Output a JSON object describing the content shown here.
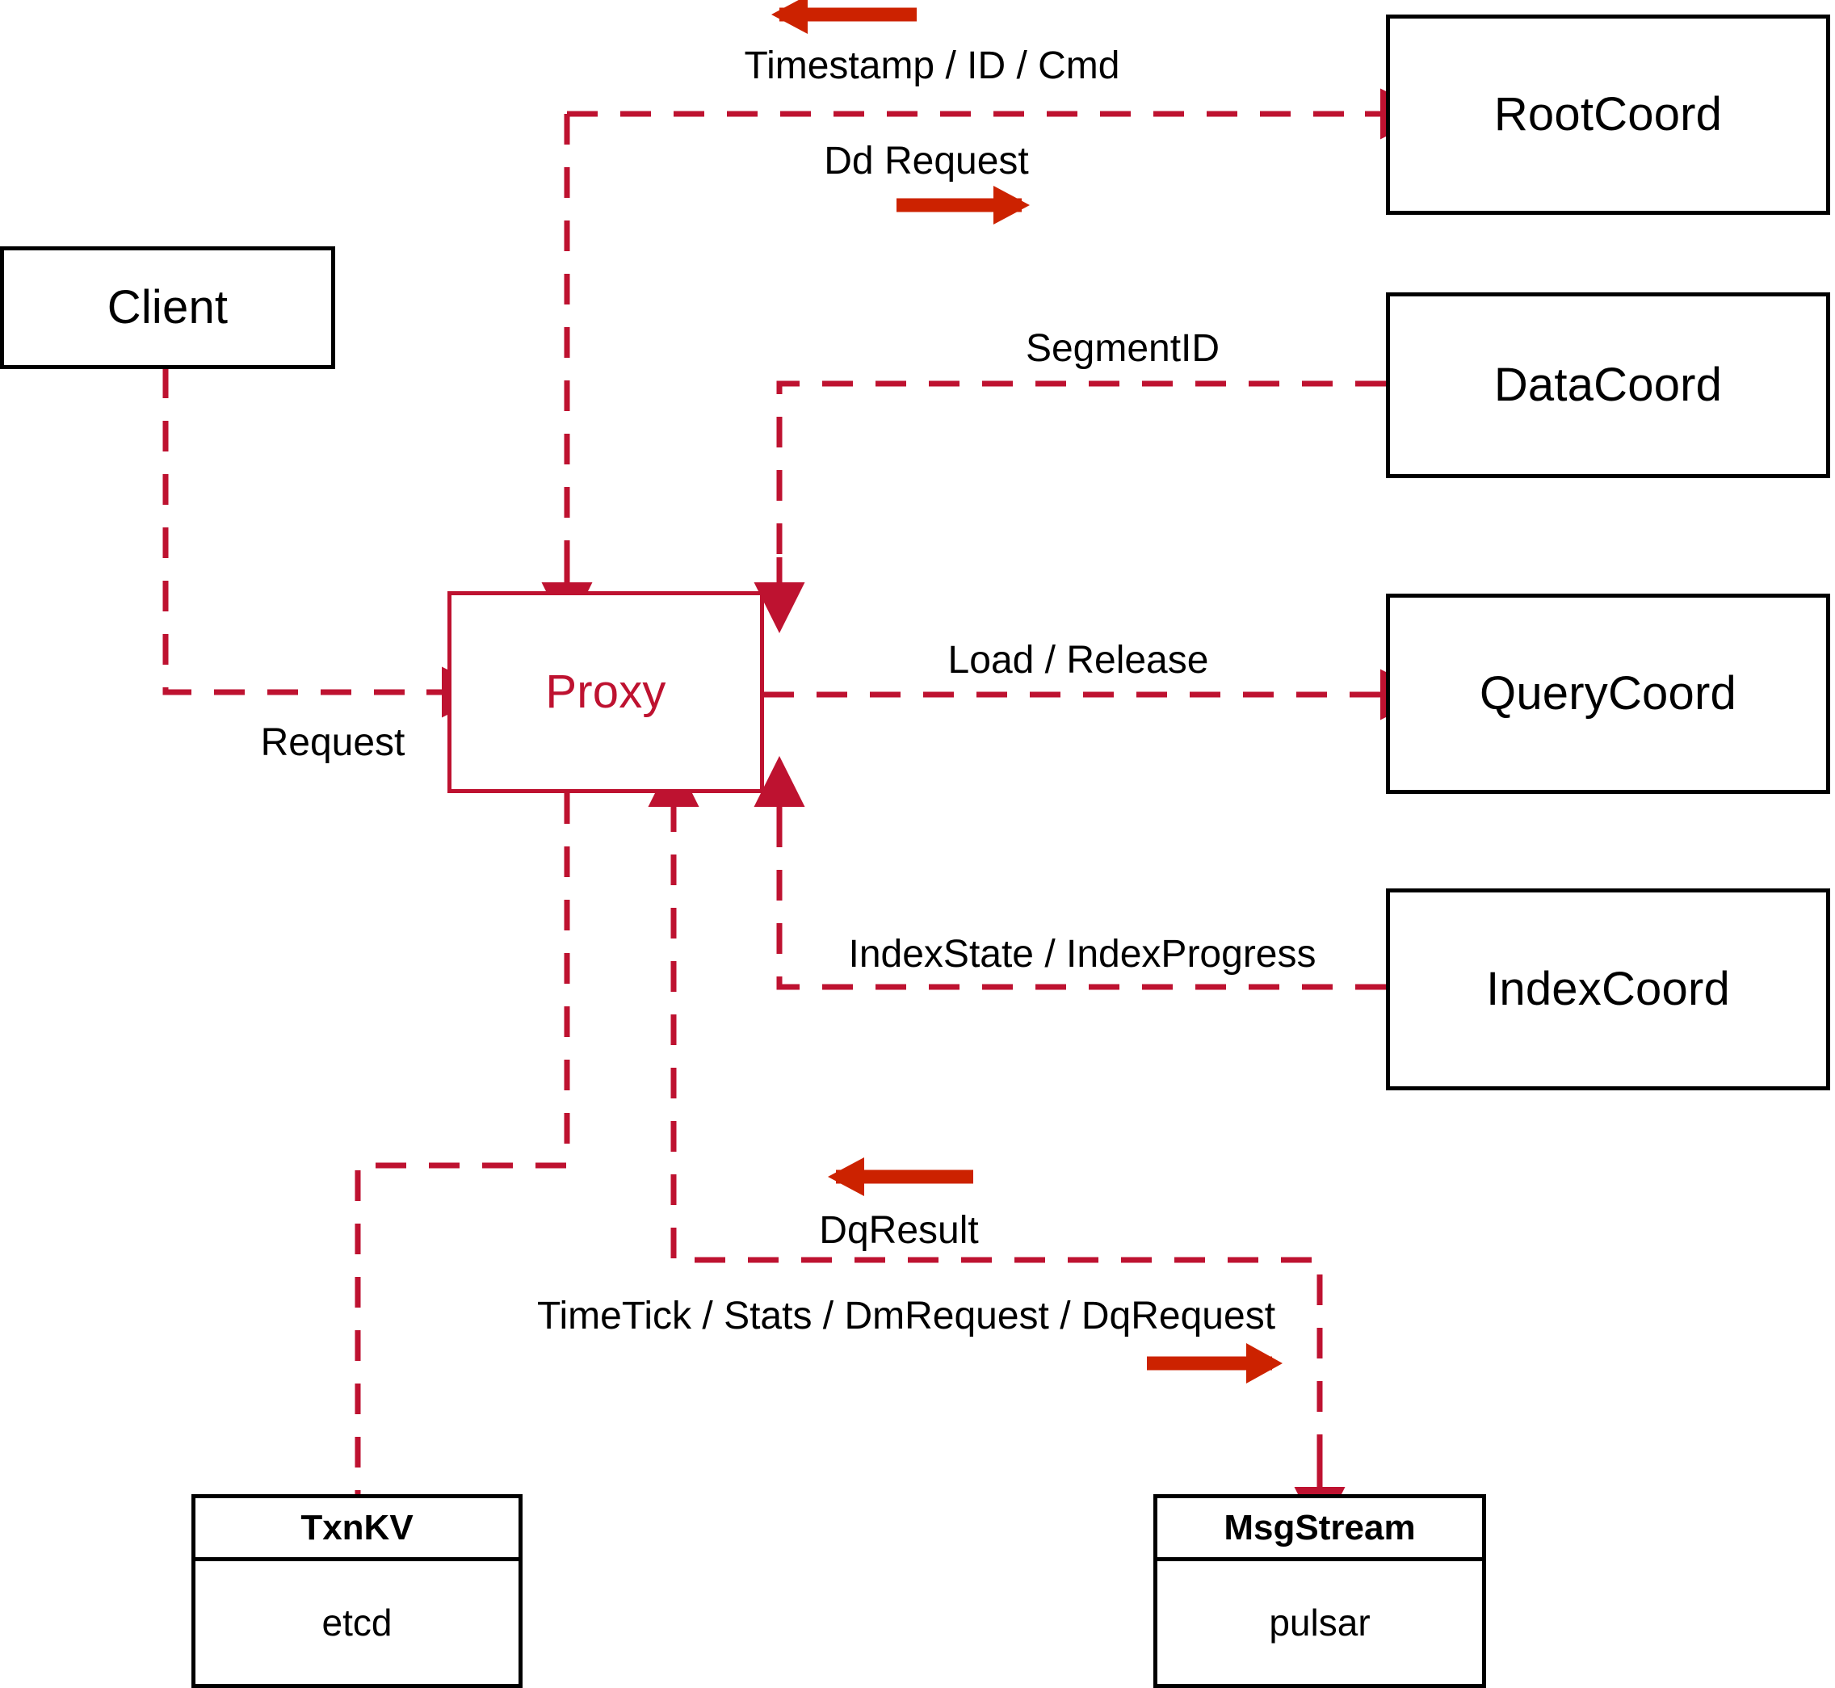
{
  "diagram": {
    "title": "Proxy component interaction diagram",
    "colors": {
      "node_stroke": "#000000",
      "accent_stroke": "#be1230",
      "dashed_edge": "#be1230",
      "bold_arrow": "#cc2200",
      "background": "#ffffff",
      "text": "#000000"
    },
    "nodes": [
      {
        "id": "client",
        "label": "Client",
        "style": "plain"
      },
      {
        "id": "proxy",
        "label": "Proxy",
        "style": "accent"
      },
      {
        "id": "rootcoord",
        "label": "RootCoord",
        "style": "plain"
      },
      {
        "id": "datacoord",
        "label": "DataCoord",
        "style": "plain"
      },
      {
        "id": "querycoord",
        "label": "QueryCoord",
        "style": "plain"
      },
      {
        "id": "indexcoord",
        "label": "IndexCoord",
        "style": "plain"
      }
    ],
    "stacked_nodes": [
      {
        "id": "txnkv",
        "header": "TxnKV",
        "body": "etcd"
      },
      {
        "id": "msgstream",
        "header": "MsgStream",
        "body": "pulsar"
      }
    ],
    "edge_labels": [
      {
        "id": "timestamp-id-cmd",
        "text": "Timestamp / ID / Cmd"
      },
      {
        "id": "dd-request",
        "text": "Dd Request"
      },
      {
        "id": "segment-id",
        "text": "SegmentID"
      },
      {
        "id": "load-release",
        "text": "Load / Release"
      },
      {
        "id": "index-state",
        "text": "IndexState / IndexProgress"
      },
      {
        "id": "request",
        "text": "Request"
      },
      {
        "id": "dq-result",
        "text": "DqResult"
      },
      {
        "id": "timetick-stats",
        "text": "TimeTick / Stats / DmRequest / DqRequest"
      }
    ],
    "edges": [
      {
        "id": "client-to-proxy",
        "from": "client",
        "to": "proxy",
        "label": "Request",
        "direction": "to-proxy"
      },
      {
        "id": "proxy-to-rootcoord",
        "from": "proxy",
        "to": "rootcoord",
        "label": "Dd Request",
        "direction": "outbound"
      },
      {
        "id": "rootcoord-to-proxy",
        "from": "rootcoord",
        "to": "proxy",
        "label": "Timestamp / ID / Cmd",
        "direction": "inbound"
      },
      {
        "id": "datacoord-to-proxy",
        "from": "datacoord",
        "to": "proxy",
        "label": "SegmentID",
        "direction": "inbound"
      },
      {
        "id": "proxy-to-querycoord",
        "from": "proxy",
        "to": "querycoord",
        "label": "Load / Release",
        "direction": "outbound"
      },
      {
        "id": "indexcoord-to-proxy",
        "from": "indexcoord",
        "to": "proxy",
        "label": "IndexState / IndexProgress",
        "direction": "inbound"
      },
      {
        "id": "proxy-to-txnkv",
        "from": "proxy",
        "to": "txnkv",
        "label": "",
        "direction": "outbound"
      },
      {
        "id": "proxy-msgstream",
        "from": "proxy",
        "to": "msgstream",
        "label": "TimeTick / Stats / DmRequest / DqRequest",
        "direction": "bidirectional"
      },
      {
        "id": "msgstream-to-proxy",
        "from": "msgstream",
        "to": "proxy",
        "label": "DqResult",
        "direction": "inbound"
      }
    ]
  }
}
